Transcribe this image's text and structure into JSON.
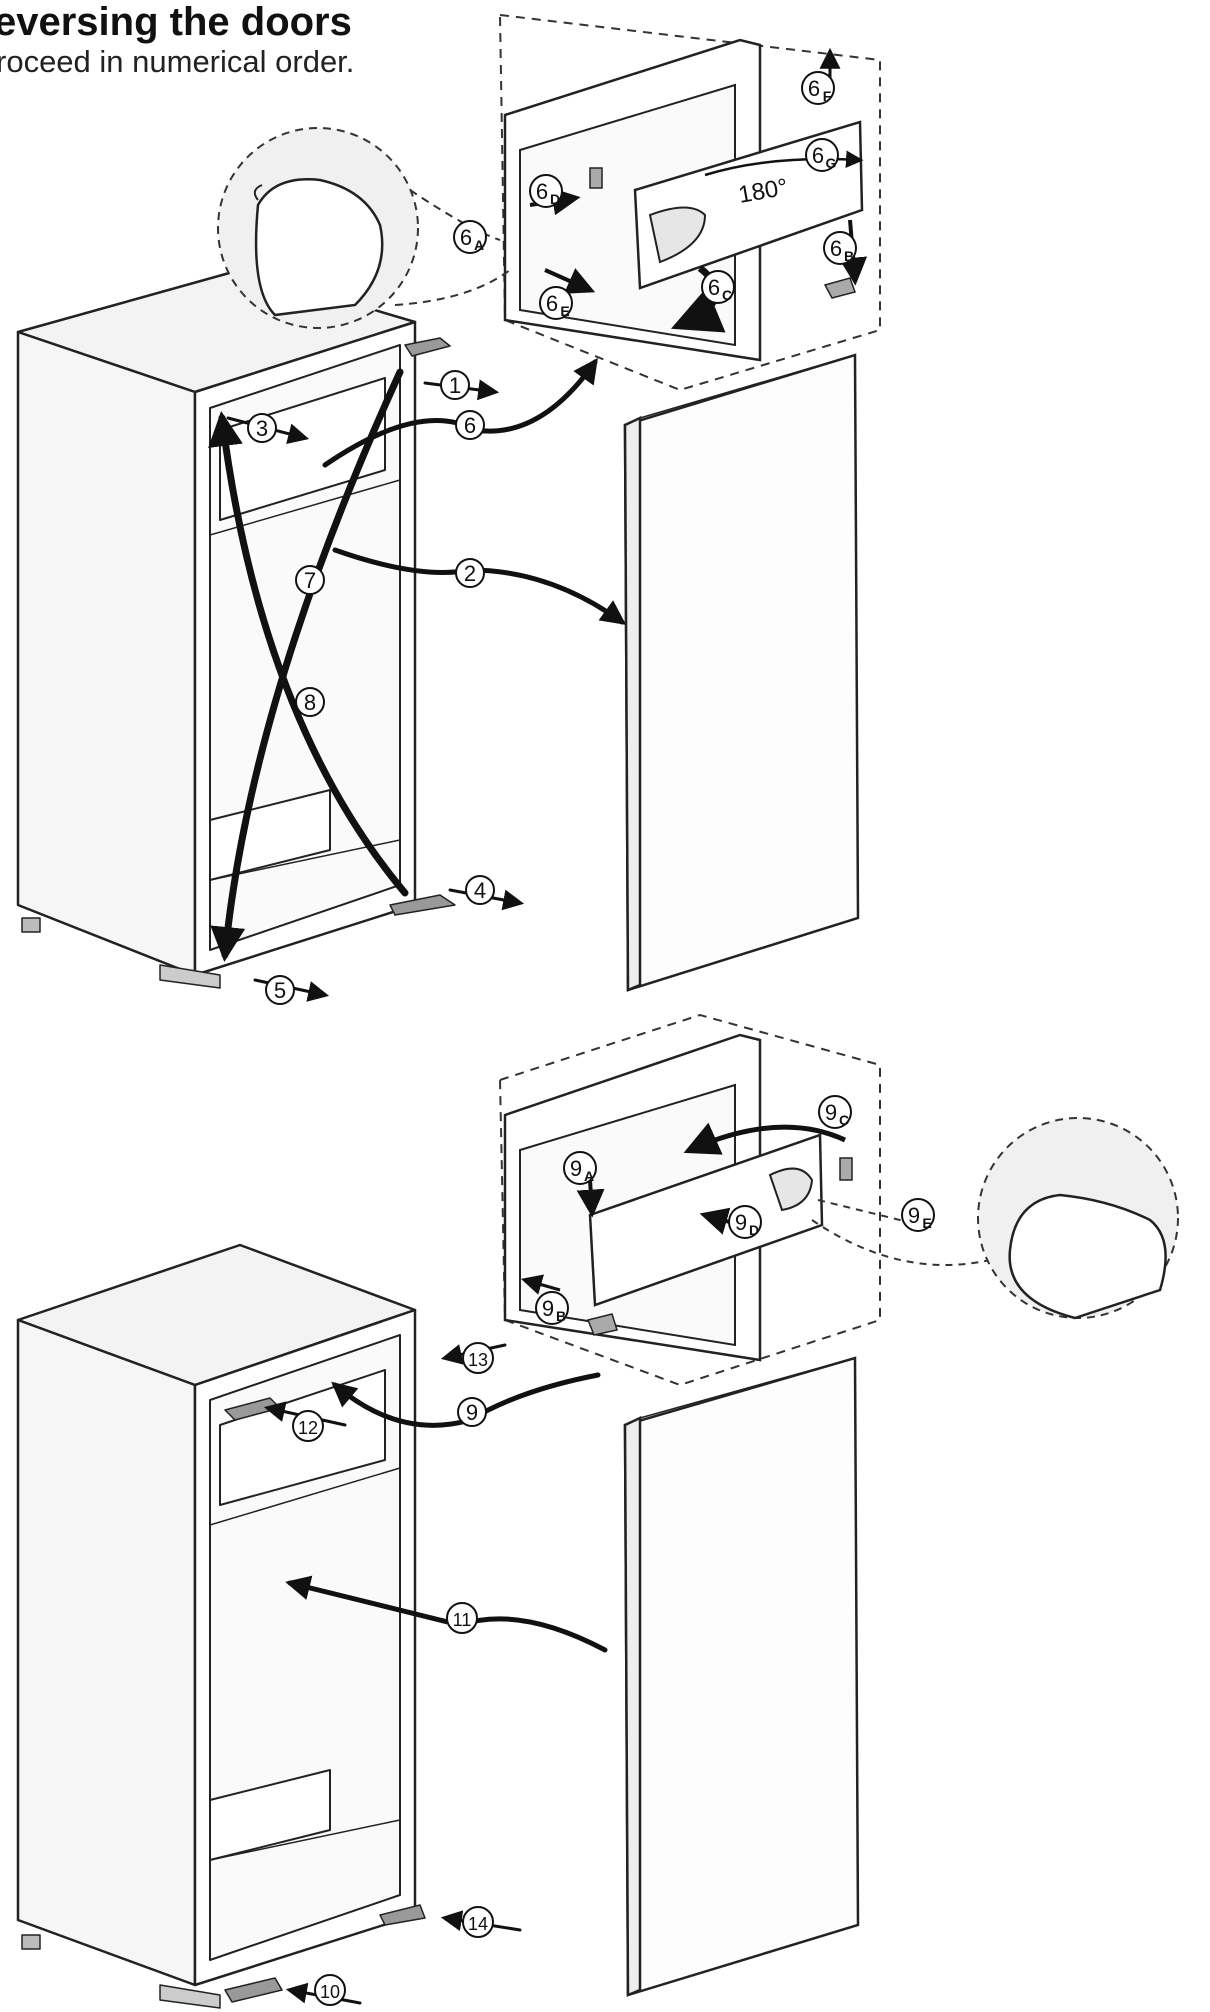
{
  "header": {
    "title": "eversing the doors",
    "subtitle": "roceed in numerical order."
  },
  "diagram": {
    "rotation_label": "180°",
    "steps_top": [
      {
        "num": "1",
        "sub": ""
      },
      {
        "num": "2",
        "sub": ""
      },
      {
        "num": "3",
        "sub": ""
      },
      {
        "num": "4",
        "sub": ""
      },
      {
        "num": "5",
        "sub": ""
      },
      {
        "num": "6",
        "sub": ""
      },
      {
        "num": "7",
        "sub": ""
      },
      {
        "num": "8",
        "sub": ""
      },
      {
        "num": "6",
        "sub": "A"
      },
      {
        "num": "6",
        "sub": "B"
      },
      {
        "num": "6",
        "sub": "C"
      },
      {
        "num": "6",
        "sub": "D"
      },
      {
        "num": "6",
        "sub": "E"
      },
      {
        "num": "6",
        "sub": "F"
      },
      {
        "num": "6",
        "sub": "G"
      }
    ],
    "steps_bottom": [
      {
        "num": "9",
        "sub": ""
      },
      {
        "num": "10",
        "sub": ""
      },
      {
        "num": "11",
        "sub": ""
      },
      {
        "num": "12",
        "sub": ""
      },
      {
        "num": "13",
        "sub": ""
      },
      {
        "num": "14",
        "sub": ""
      },
      {
        "num": "9",
        "sub": "A"
      },
      {
        "num": "9",
        "sub": "B"
      },
      {
        "num": "9",
        "sub": "C"
      },
      {
        "num": "9",
        "sub": "D"
      },
      {
        "num": "9",
        "sub": "E"
      }
    ]
  }
}
